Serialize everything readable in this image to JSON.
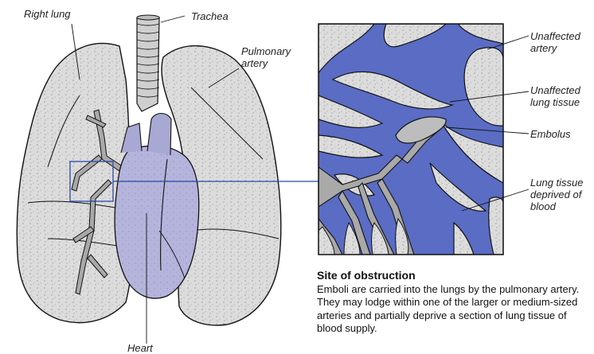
{
  "labels": {
    "right_lung": "Right lung",
    "trachea": "Trachea",
    "pulmonary_artery": "Pulmonary\nartery",
    "heart": "Heart",
    "unaffected_artery": "Unaffected\nartery",
    "unaffected_tissue": "Unaffected\nlung tissue",
    "embolus": "Embolus",
    "deprived_tissue": "Lung tissue\ndeprived of\nblood"
  },
  "caption": {
    "title": "Site of obstruction",
    "body": "Emboli are carried into the lungs by the pulmonary artery. They may lodge within one of the larger or medium-sized arteries and partially deprive a section of lung tissue of blood supply."
  },
  "colors": {
    "lung": "#dcdcdc",
    "heart": "#b4b4dc",
    "blood": "#5a6cc4",
    "artery_grey": "#a9a9a9",
    "callout_line": "#2b48a8"
  }
}
